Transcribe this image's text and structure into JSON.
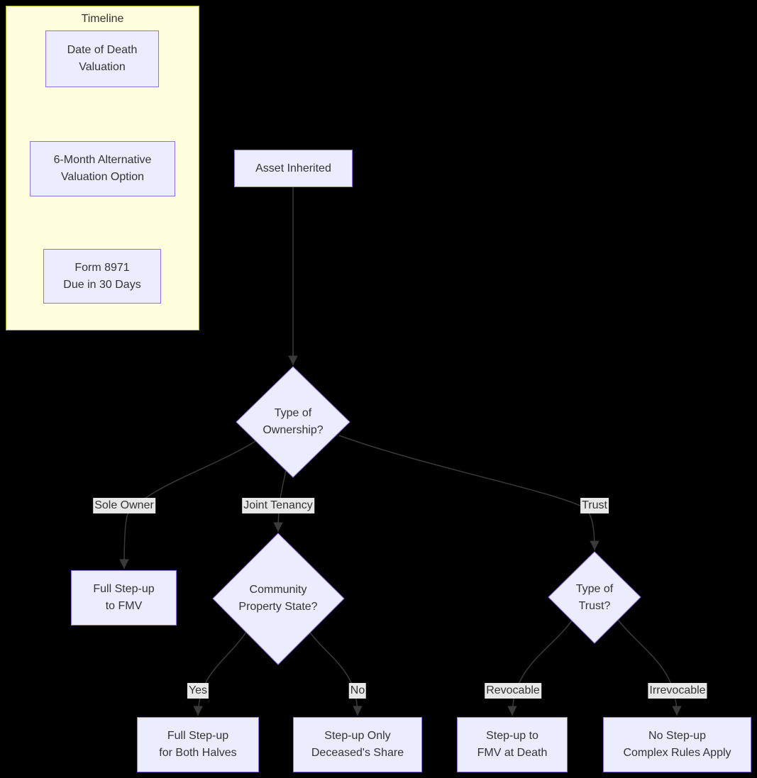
{
  "diagram": {
    "type": "flowchart",
    "background": "#000000",
    "colors": {
      "node_fill": "#ECECFF",
      "node_border": "#9370DB",
      "cluster_fill": "#FFFFDE",
      "cluster_border": "#AAAA33",
      "edge": "#3A3A3A",
      "edge_label_bg": "#E8E8E8",
      "text": "#333333"
    },
    "subgraph": {
      "title": "Timeline",
      "nodes": [
        {
          "id": "date-of-death",
          "lines": [
            "Date of Death",
            "Valuation"
          ]
        },
        {
          "id": "six-month-alt",
          "lines": [
            "6-Month Alternative",
            "Valuation Option"
          ]
        },
        {
          "id": "form-8971",
          "lines": [
            "Form 8971",
            "Due in 30 Days"
          ]
        }
      ]
    },
    "nodes": {
      "asset": {
        "lines": [
          "Asset Inherited"
        ]
      },
      "ownership": {
        "lines": [
          "Type of",
          "Ownership?"
        ]
      },
      "full_fmv": {
        "lines": [
          "Full Step-up",
          "to FMV"
        ]
      },
      "community": {
        "lines": [
          "Community",
          "Property State?"
        ]
      },
      "trust_type": {
        "lines": [
          "Type of",
          "Trust?"
        ]
      },
      "both_halves": {
        "lines": [
          "Full Step-up",
          "for Both Halves"
        ]
      },
      "deceased_share": {
        "lines": [
          "Step-up Only",
          "Deceased's Share"
        ]
      },
      "fmv_death": {
        "lines": [
          "Step-up to",
          "FMV at Death"
        ]
      },
      "no_stepup": {
        "lines": [
          "No Step-up",
          "Complex Rules Apply"
        ]
      }
    },
    "edge_labels": {
      "sole_owner": "Sole Owner",
      "joint_tenancy": "Joint Tenancy",
      "trust": "Trust",
      "yes": "Yes",
      "no": "No",
      "revocable": "Revocable",
      "irrevocable": "Irrevocable"
    }
  }
}
